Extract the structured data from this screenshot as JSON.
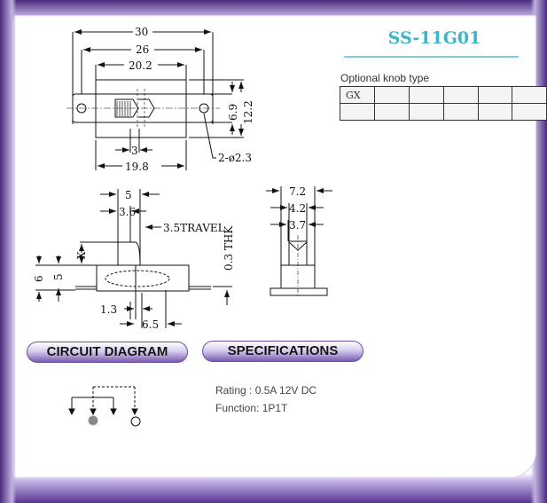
{
  "title": "SS-11G01",
  "knob": {
    "label": "Optional knob type",
    "rows": [
      [
        "GX",
        "",
        "",
        "",
        "",
        ""
      ],
      [
        "",
        "",
        "",
        "",
        "",
        ""
      ]
    ]
  },
  "top_view": {
    "d30": "30",
    "d26": "26",
    "d20_2": "20.2",
    "d6_9": "6.9",
    "d12_2": "12.2",
    "d3": "3",
    "d19_8": "19.8",
    "holes": "2-ø2.3"
  },
  "side_view": {
    "d5": "5",
    "d3_6": "3.6",
    "travel": "3.5TRAVEL",
    "x": "X",
    "d6": "6",
    "d5b": "5",
    "thk": "0.3 THK",
    "d1_3": "1.3",
    "d6_5": "6.5"
  },
  "end_view": {
    "d7_2": "7.2",
    "d4_2": "4.2",
    "d3_7": "3.7"
  },
  "sections": {
    "circuit": "CIRCUIT DIAGRAM",
    "specs": "SPECIFICATIONS"
  },
  "specs": {
    "rating": "Rating : 0.5A 12V DC",
    "function": "Function: 1P1T"
  },
  "colors": {
    "frame": "#5a3592",
    "title": "#3bb4cc"
  }
}
